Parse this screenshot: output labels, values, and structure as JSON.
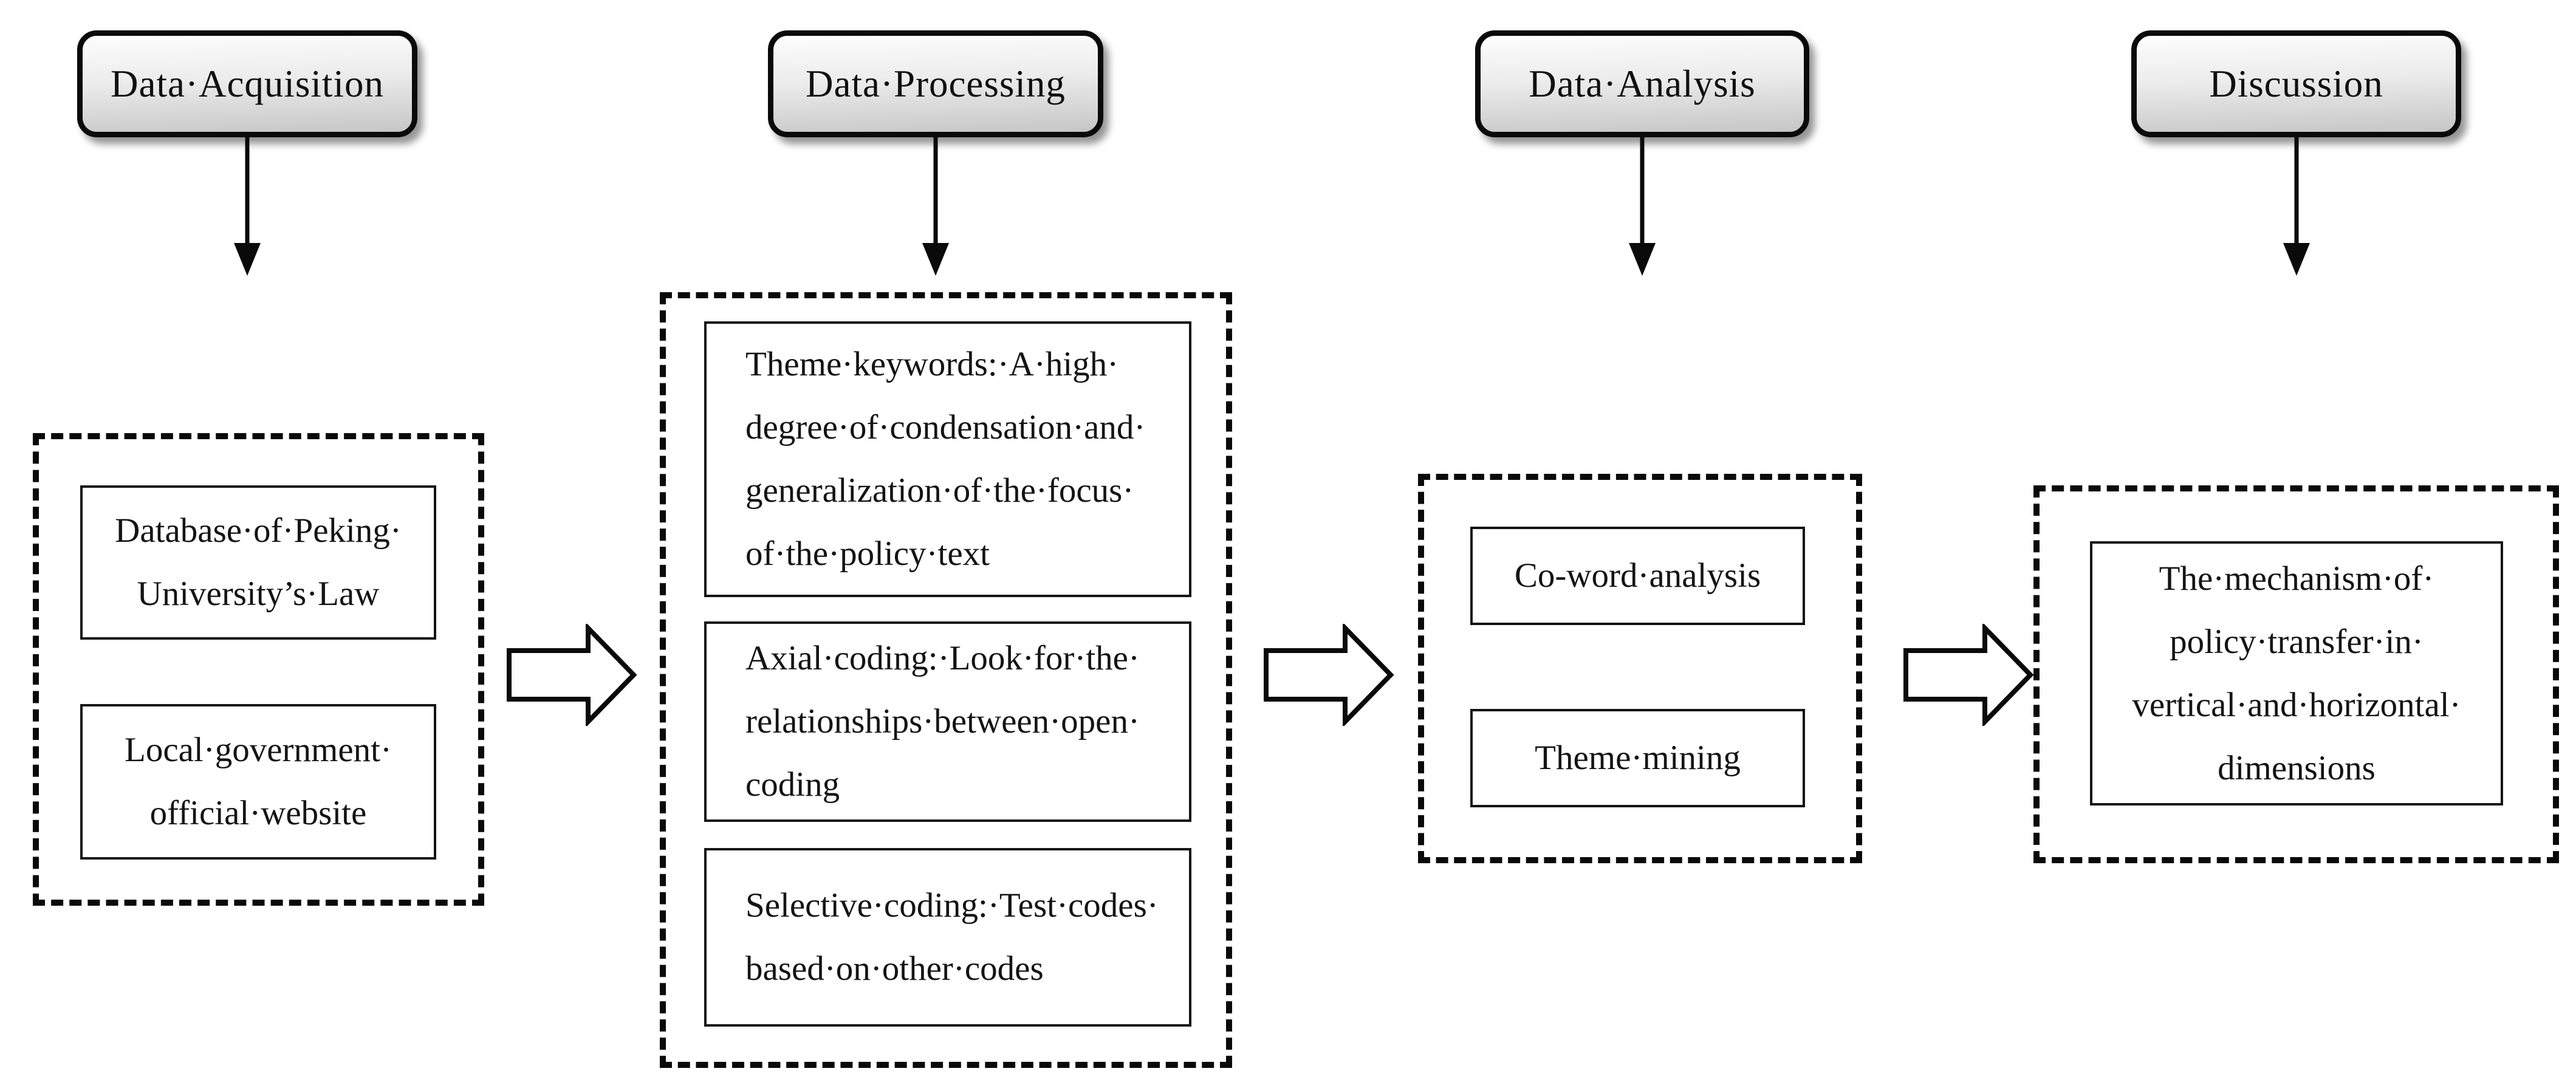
{
  "figure": {
    "background": "#ffffff",
    "border_color": "#0a0a0a",
    "text_color": "#141414",
    "button_gradient_top": "#fdfdfd",
    "button_gradient_bottom": "#c6c6c6",
    "columns": [
      {
        "stage": "Data·Acquisition",
        "boxes": [
          {
            "lines": [
              "Database·of·Peking·",
              "University’s·Law"
            ]
          },
          {
            "lines": [
              "Local·government·",
              "official·website"
            ]
          }
        ]
      },
      {
        "stage": "Data·Processing",
        "boxes": [
          {
            "lines": [
              "Theme·keywords:·A·high·",
              "degree·of·condensation·and·",
              "generalization·of·the·focus·",
              "of·the·policy·text"
            ]
          },
          {
            "lines": [
              "Axial·coding:·Look·for·the·",
              "relationships·between·open·",
              "coding"
            ]
          },
          {
            "lines": [
              "Selective·coding:·Test·codes·",
              "based·on·other·codes"
            ]
          }
        ]
      },
      {
        "stage": "Data·Analysis",
        "boxes": [
          {
            "lines": [
              "Co-word·analysis"
            ]
          },
          {
            "lines": [
              "Theme·mining"
            ]
          }
        ]
      },
      {
        "stage": "Discussion",
        "boxes": [
          {
            "lines": [
              "The·mechanism·of·",
              "policy·transfer·in·",
              "vertical·and·horizontal·",
              "dimensions"
            ]
          }
        ]
      }
    ]
  }
}
